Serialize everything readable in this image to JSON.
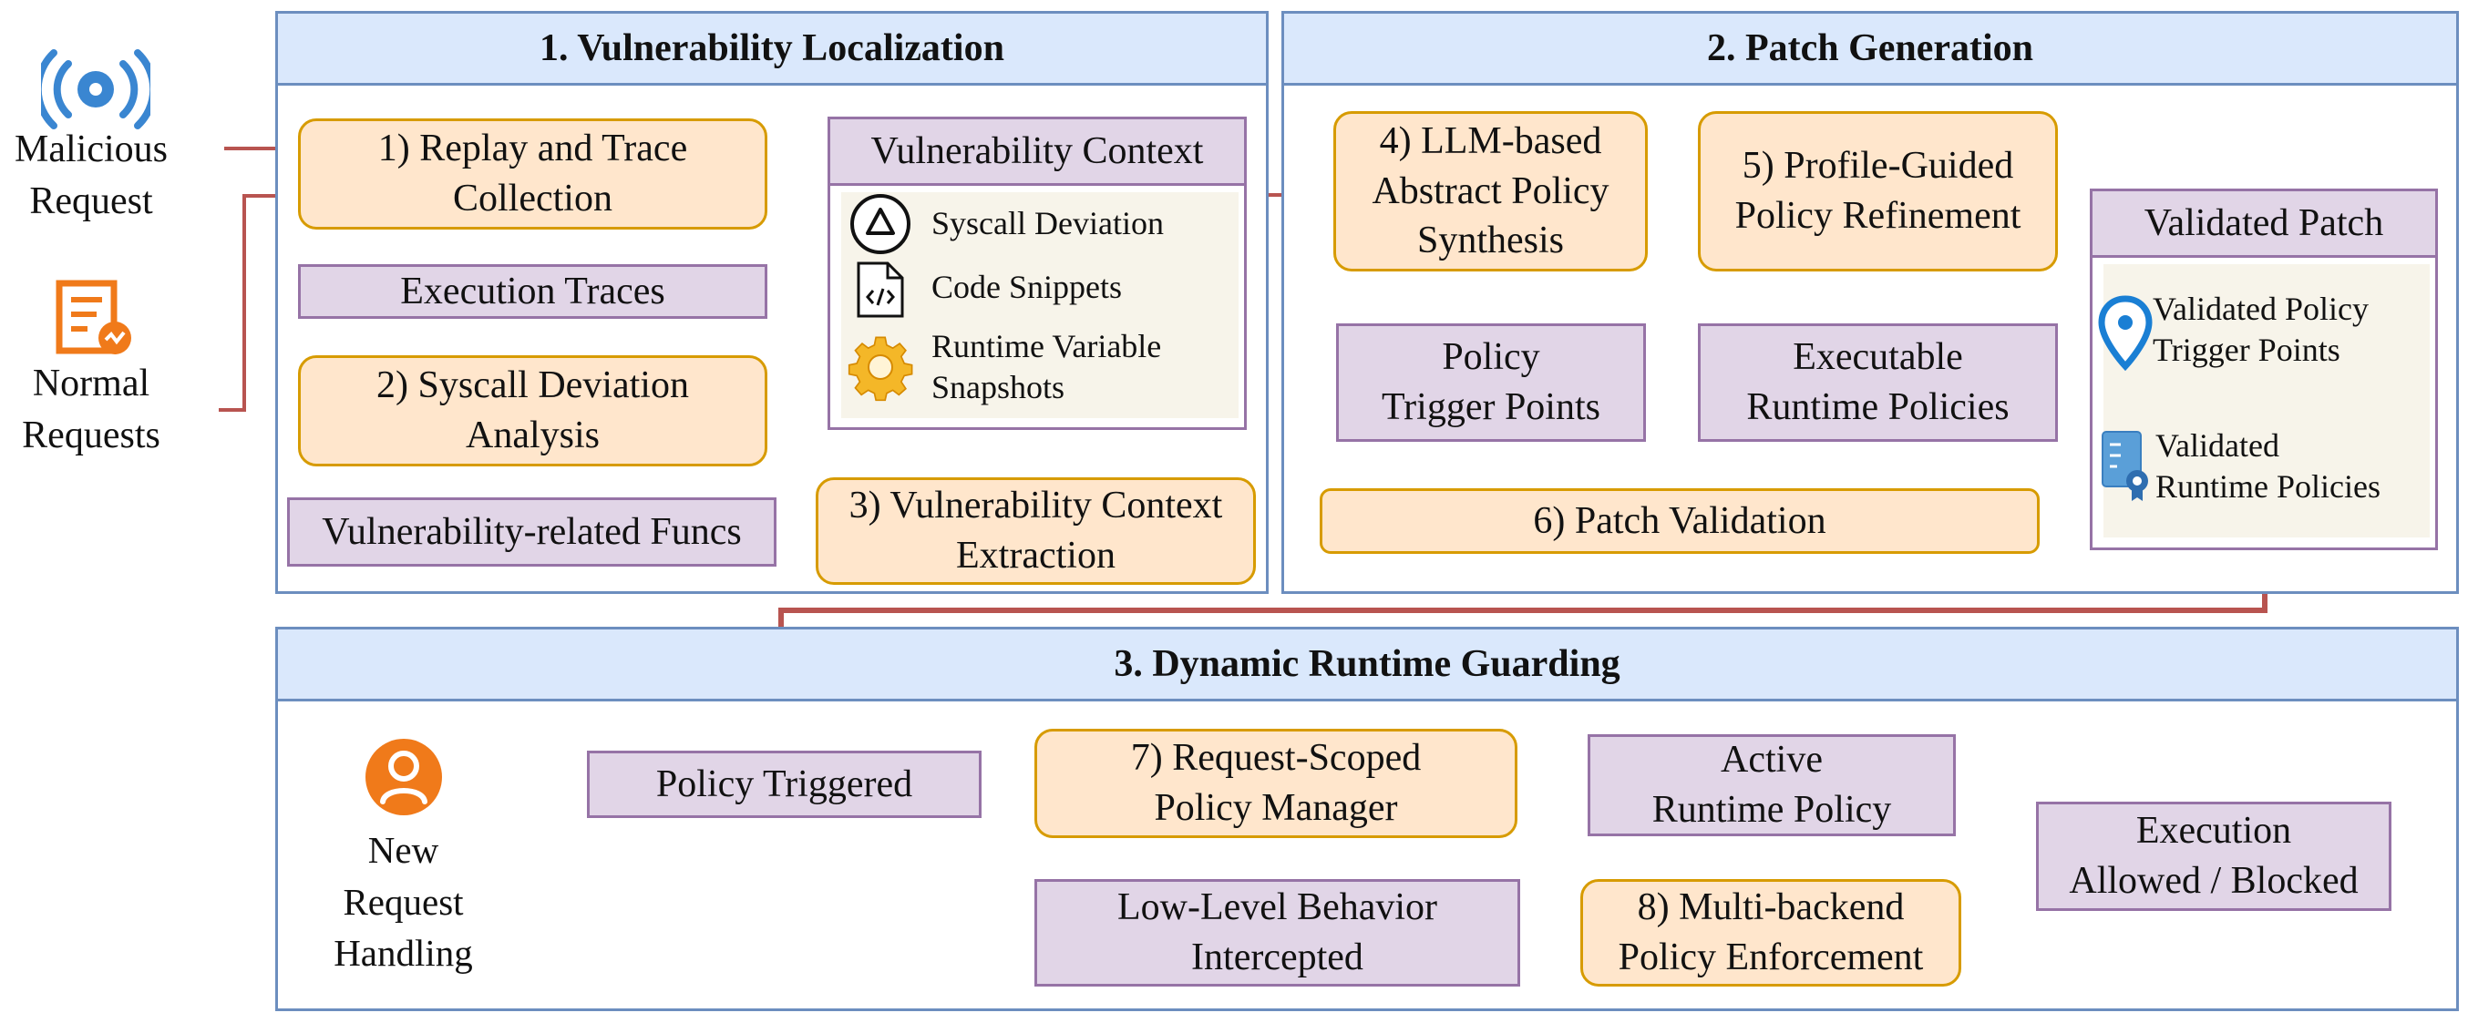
{
  "inputs": {
    "malicious": "Malicious\nRequest",
    "normal": "Normal\nRequests",
    "new_request": "New\nRequest\nHandling"
  },
  "panel1": {
    "title": "1. Vulnerability Localization",
    "step1": "1) Replay and Trace\nCollection",
    "exec_traces": "Execution Traces",
    "step2": "2) Syscall Deviation\nAnalysis",
    "vuln_funcs": "Vulnerability-related Funcs",
    "step3": "3) Vulnerability Context\nExtraction",
    "context": {
      "title": "Vulnerability Context",
      "items": [
        "Syscall Deviation",
        "Code Snippets",
        "Runtime Variable\nSnapshots"
      ]
    }
  },
  "panel2": {
    "title": "2. Patch Generation",
    "step4": "4) LLM-based\nAbstract Policy\nSynthesis",
    "step5": "5) Profile-Guided\nPolicy Refinement",
    "trigger_points": "Policy\nTrigger Points",
    "exec_policies": "Executable\nRuntime Policies",
    "step6": "6) Patch Validation",
    "validated": {
      "title": "Validated Patch",
      "items": [
        "Validated Policy\nTrigger Points",
        "Validated\nRuntime Policies"
      ]
    }
  },
  "panel3": {
    "title": "3. Dynamic Runtime Guarding",
    "policy_triggered": "Policy Triggered",
    "step7": "7) Request-Scoped\nPolicy Manager",
    "active_policy": "Active\nRuntime Policy",
    "low_level": "Low-Level Behavior\nIntercepted",
    "step8": "8) Multi-backend\nPolicy Enforcement",
    "result": "Execution\nAllowed / Blocked"
  },
  "colors": {
    "panel_border": "#6c8ebf",
    "panel_fill": "#dae8fc",
    "step_fill": "#ffe6cc",
    "step_border": "#d79b00",
    "data_fill": "#e1d5e7",
    "data_border": "#9673a6",
    "red_arrow": "#b85450",
    "blue_arrow": "#6c8ebf"
  }
}
